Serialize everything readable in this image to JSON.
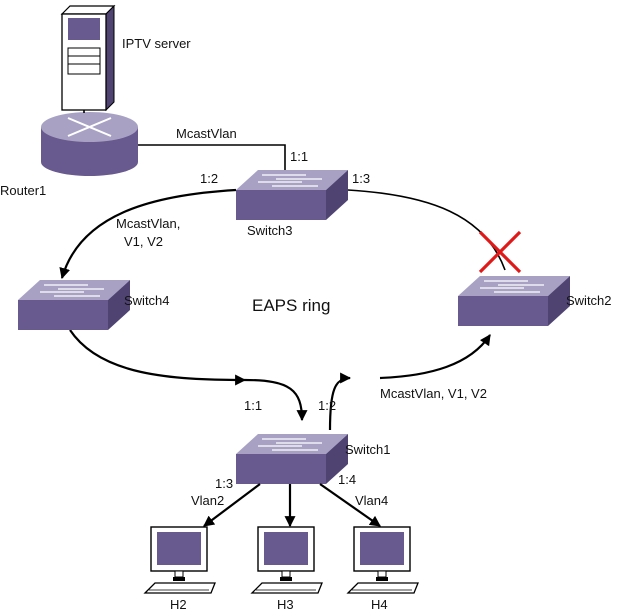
{
  "colors": {
    "device_top": "#a8a1c4",
    "device_front": "#685a8e",
    "device_side": "#4f4372",
    "block_marker": "#e01818"
  },
  "devices": {
    "server": "IPTV server",
    "router": "Router1",
    "switch1": "Switch1",
    "switch2": "Switch2",
    "switch3": "Switch3",
    "switch4": "Switch4",
    "h2": "H2",
    "h3": "H3",
    "h4": "H4"
  },
  "ring_label": "EAPS ring",
  "links": {
    "router_to_switch3": "McastVlan",
    "sw3_port_router": "1:1",
    "sw3_port_left": "1:2",
    "sw3_port_right": "1:3",
    "sw3_to_sw4_line1": "McastVlan,",
    "sw3_to_sw4_line2": "V1, V2",
    "sw1_port_in": "1:1",
    "sw1_port_out": "1:2",
    "sw1_to_sw2": "McastVlan, V1, V2",
    "sw1_port_h2": "1:3",
    "sw1_port_h4": "1:4",
    "vlan_h2": "Vlan2",
    "vlan_h4": "Vlan4"
  }
}
